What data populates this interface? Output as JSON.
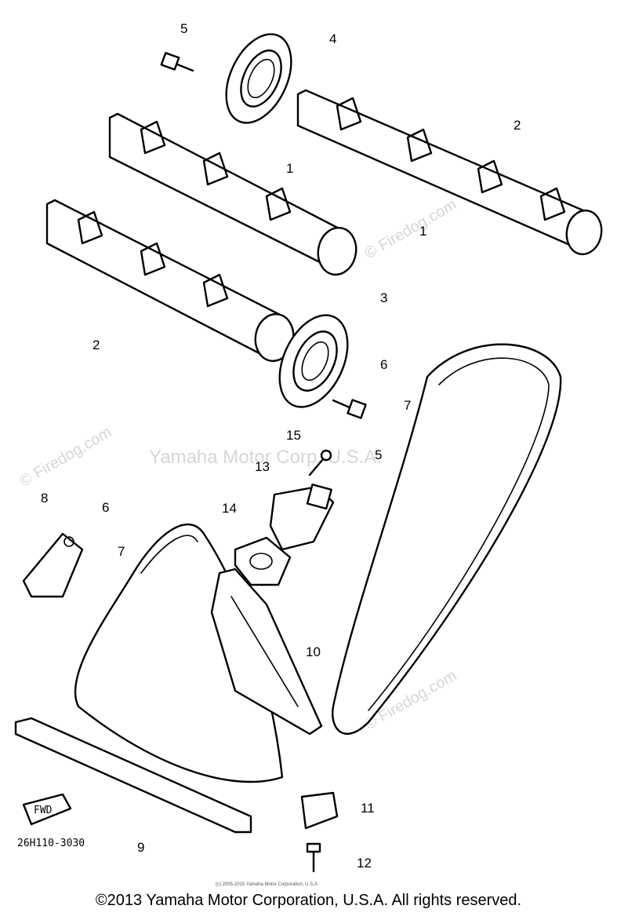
{
  "diagram": {
    "watermark_center": "Yamaha Motor Corp. U.S.A.",
    "watermark_site": "© Firedog.com",
    "part_code": "26H110-3030",
    "fwd_label": "FWD",
    "small_copyright": "(c) 2005-2015 Yamaha Motor Corporation, U.S.A",
    "footer": "©2013 Yamaha Motor Corporation, U.S.A. All rights reserved.",
    "callouts": [
      "1",
      "1",
      "2",
      "2",
      "3",
      "4",
      "5",
      "5",
      "6",
      "6",
      "7",
      "7",
      "8",
      "9",
      "10",
      "11",
      "12",
      "13",
      "14",
      "15"
    ]
  }
}
